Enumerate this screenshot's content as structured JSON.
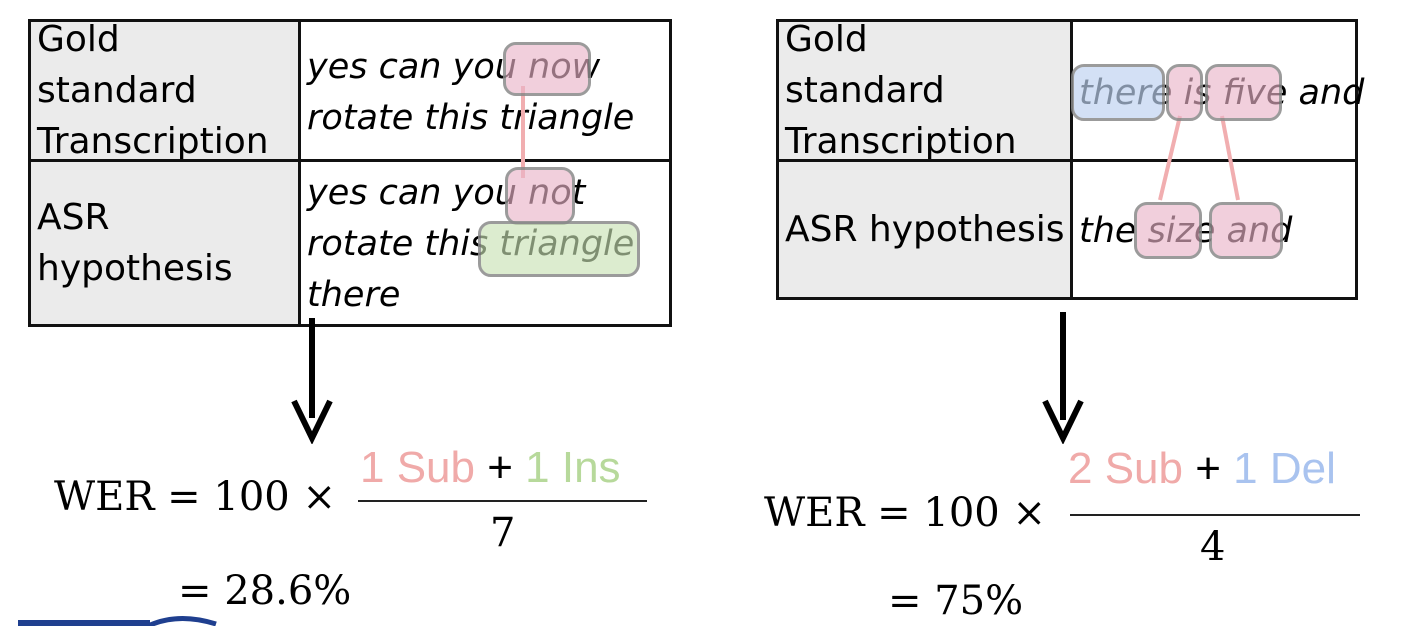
{
  "left_example": {
    "row1_header": "Gold standard Transcription",
    "row1_line1": "yes can you now",
    "row1_line2": "rotate this triangle",
    "row2_header": "ASR hypothesis",
    "row2_line1": "yes can you not",
    "row2_line2": "rotate this triangle",
    "row2_line3": "there",
    "formula_lhs": "WER = 100 ×",
    "numerator_sub": "1 Sub",
    "numerator_plus": "+",
    "numerator_ins": "1 Ins",
    "denominator": "7",
    "result": "= 28.6%"
  },
  "right_example": {
    "row1_header": "Gold standard Transcription",
    "row1_line": "there is five and",
    "row2_header": "ASR hypothesis",
    "row2_line": "the size and",
    "formula_lhs": "WER = 100 ×",
    "numerator_sub": "2 Sub",
    "numerator_plus": "+",
    "numerator_del": "1 Del",
    "denominator": "4",
    "result": "= 75%"
  },
  "colors": {
    "substitution": "#f0aaa9",
    "insertion": "#b7d99b",
    "deletion": "#a9c3ef"
  }
}
